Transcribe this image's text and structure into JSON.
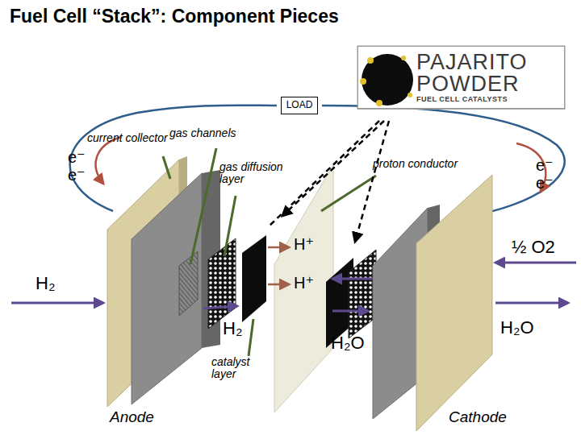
{
  "diagram": {
    "title": "Fuel Cell “Stack”: Component Pieces",
    "nodes": [
      {
        "text": [
          "LOAD"
        ]
      },
      {
        "text": [
          "PAJARITO POWDER",
          "FUEL CELL CATALYSTS"
        ]
      }
    ],
    "labels": [
      "current collector",
      "e⁻",
      "e⁻",
      "gas channels",
      "gas diffusion layer",
      "proton conductor",
      "e⁻",
      "e⁻",
      "H₂",
      "H⁺",
      "½ O2",
      "H⁺",
      "H₂O",
      "H₂",
      "H₂O",
      "catalyst layer",
      "Anode",
      "Cathode"
    ]
  }
}
